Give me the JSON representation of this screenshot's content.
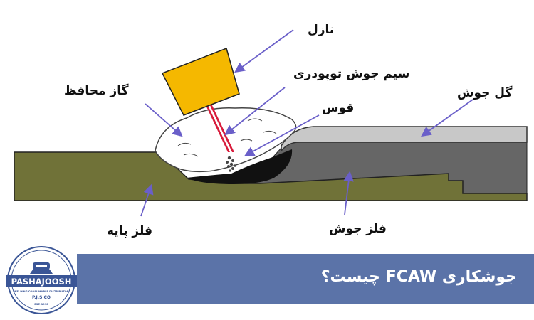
{
  "labels": {
    "nozzle": "نازل",
    "flux_wire": "سیم جوش توپودری",
    "shield_gas": "گاز محافظ",
    "arc": "قوس",
    "slag": "گل جوش",
    "base_metal": "فلز پایه",
    "weld_metal": "فلز جوش"
  },
  "banner": {
    "title": "جوشکاری FCAW چیست؟"
  },
  "logo": {
    "name": "PASHAJOOSH",
    "tagline": "WELDING CONSUMABLE DISTRIBUTOR",
    "code": "P.J.S CO",
    "est": "EST. 1998"
  },
  "colors": {
    "base_metal": "#707238",
    "weld_metal": "#666666",
    "slag": "#c8c8c8",
    "nozzle": "#f5b800",
    "wire": "#d81b3b",
    "arrow": "#6a5fc9",
    "banner": "#5b73a8",
    "logo": "#3a5596"
  },
  "icons": [
    "welder-logo-icon"
  ]
}
